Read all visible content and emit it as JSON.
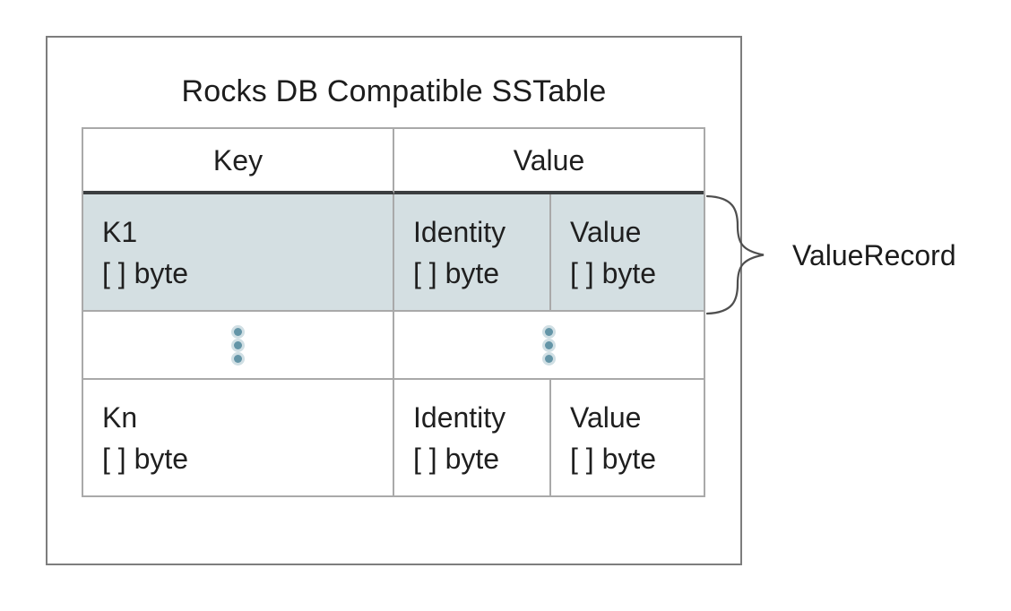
{
  "diagram": {
    "title": "Rocks DB Compatible SSTable",
    "table": {
      "header": {
        "key": "Key",
        "value": "Value"
      },
      "row1": {
        "key_line1": "K1",
        "key_line2": "[ ] byte",
        "identity_line1": "Identity",
        "identity_line2": "[ ] byte",
        "value_line1": "Value",
        "value_line2": "[ ] byte"
      },
      "ellipsis_row": {
        "symbol": "vertical-ellipsis"
      },
      "rowN": {
        "key_line1": "Kn",
        "key_line2": "[ ] byte",
        "identity_line1": "Identity",
        "identity_line2": "[ ] byte",
        "value_line1": "Value",
        "value_line2": "[ ] byte"
      }
    },
    "annotation": {
      "label": "ValueRecord"
    },
    "colors": {
      "highlight_row_bg": "#d4dfe2",
      "table_border": "#a9a9a9",
      "outer_box_border": "#7d7d7d",
      "header_separator": "#3b3e40",
      "ellipsis_dot": "#6495a7",
      "text": "#1f1f1f",
      "brace_stroke": "#4f4f4f"
    }
  }
}
